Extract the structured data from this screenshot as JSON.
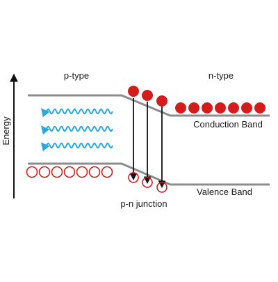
{
  "labels": {
    "y_axis": "Energy",
    "p_type": "p-type",
    "n_type": "n-type",
    "conduction_band": "Conduction Band",
    "valence_band": "Valence Band",
    "junction": "p-n junction"
  },
  "counts": {
    "p_side_holes": 7,
    "n_side_electrons": 7,
    "photon_waves": 3,
    "recombination_transitions": 3
  },
  "colors": {
    "band": "#8c8c8c",
    "electron": "#d41c1c",
    "hole": "#d41c1c",
    "photon": "#2aa8de",
    "arrow": "#111111"
  }
}
